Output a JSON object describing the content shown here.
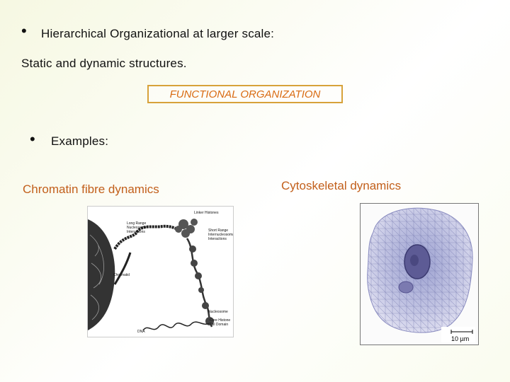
{
  "bullet1": {
    "symbol": "•",
    "text": "Hierarchical Organizational at larger scale:"
  },
  "subtitle": "Static and dynamic structures.",
  "highlight_box": "FUNCTIONAL ORGANIZATION",
  "bullet2": {
    "symbol": "•",
    "text": "Examples:"
  },
  "left_caption": "Chromatin fibre dynamics",
  "right_caption": "Cytoskeletal dynamics",
  "chromatin_figure": {
    "labels": {
      "linker_histones": "Linker Histones",
      "long_range": "Long Range\nNucleosome\nInteractions",
      "short_range": "Short Range\nInternucleosomal\nInteractions",
      "dna": "DNA",
      "nucleosome": "Nucleosome",
      "core_histone": "Core Histone\nTail Domain",
      "chromatid": "Chromatid"
    }
  },
  "cell_figure": {
    "scale_label": "10 µm"
  },
  "colors": {
    "caption": "#c25f1b",
    "box_border": "#d7a23a",
    "box_text": "#d96b12"
  }
}
